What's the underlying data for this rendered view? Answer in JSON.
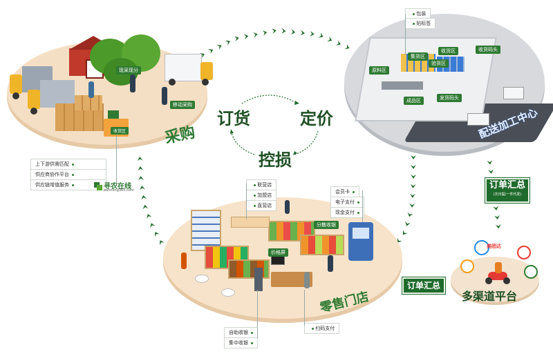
{
  "center": {
    "order": "订货",
    "pricing": "定价",
    "loss": "控损"
  },
  "procurement": {
    "title": "采购",
    "tag_field": "现采现分",
    "tag_mobile": "移动采购",
    "tag_store": "收货区"
  },
  "distribution": {
    "title": "配送加工中心",
    "zones": {
      "package": "包装",
      "labeling": "贴标签",
      "dock_in": "收货码头",
      "receiving": "收货区",
      "raw": "原料区",
      "gather": "集货区",
      "picking": "验货区",
      "finished": "成品区",
      "dock_out": "发货码头"
    }
  },
  "supply_list": [
    "上下游供需匹配",
    "供应商协作平台",
    "供应链增值服务"
  ],
  "brand": {
    "name": "寻农在线",
    "url": "xunnong365.com"
  },
  "store": {
    "title": "零售门店",
    "store_types": [
      "联营店",
      "加盟店",
      "直营店"
    ],
    "payments": [
      "会员卡",
      "电子支付",
      "现金支付"
    ],
    "tag_split": "分散收银",
    "tag_price": "价格屏",
    "checkout": [
      "自助收银",
      "集中收银"
    ],
    "scan_pay": "扫码支付"
  },
  "channels": {
    "title": "多渠道平台",
    "summary_label": "订单汇总",
    "summary_sub": "(次日提/一件代发)",
    "icon_text": "美团达"
  },
  "store_summary": "订单汇总",
  "colors": {
    "green": "#2f7a33",
    "dark_green": "#1f6b2c"
  }
}
